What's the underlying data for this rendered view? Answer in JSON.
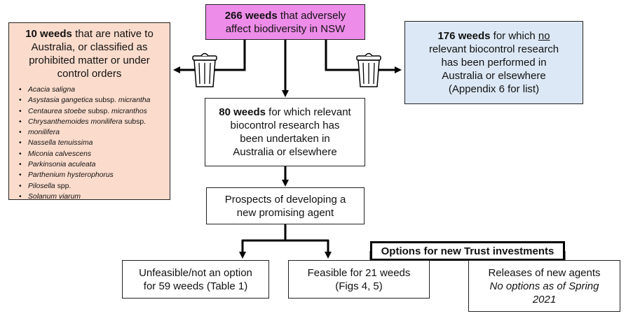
{
  "top_box": {
    "bold": "266 weeds",
    "line1_rest": " that adversely",
    "line2": "affect biodiversity in NSW"
  },
  "native_box": {
    "bold": "10 weeds",
    "line1_rest": " that are native to",
    "line2": "Australia, or classified as",
    "line3": "prohibited matter or under",
    "line4": "control orders",
    "species": [
      {
        "italic": "Acacia saligna",
        "plain": "",
        "italic2": ""
      },
      {
        "italic": "Asystasia gangetica",
        "plain": " subsp. ",
        "italic2": "micrantha"
      },
      {
        "italic": "Centaurea stoebe",
        "plain": " subsp. ",
        "italic2": "micranthos"
      },
      {
        "italic": "Chrysanthemoides monilifera",
        "plain": " subsp.",
        "italic2": ""
      },
      {
        "italic": "monilifera",
        "plain": "",
        "italic2": ""
      },
      {
        "italic": "Nassella tenuissima",
        "plain": "",
        "italic2": ""
      },
      {
        "italic": "Miconia calvescens",
        "plain": "",
        "italic2": ""
      },
      {
        "italic": "Parkinsonia aculeata",
        "plain": "",
        "italic2": ""
      },
      {
        "italic": "Parthenium hysterophorus",
        "plain": "",
        "italic2": ""
      },
      {
        "italic": "Pilosella",
        "plain": " spp.",
        "italic2": ""
      },
      {
        "italic": "Solanum viarum",
        "plain": "",
        "italic2": ""
      }
    ]
  },
  "no_biocontrol_box": {
    "bold": "176 weeds",
    "line1_mid": " for which ",
    "line1_underlined": "no",
    "line2": "relevant biocontrol research",
    "line3": "has been performed in",
    "line4": "Australia or elsewhere",
    "line5": "(Appendix 6 for list)"
  },
  "research_box": {
    "bold": "80 weeds",
    "line1_rest": " for which relevant",
    "line2": "biocontrol research has",
    "line3": "been undertaken in",
    "line4": "Australia or elsewhere"
  },
  "prospects_box": {
    "line1": "Prospects of developing a",
    "line2": "new promising agent"
  },
  "unfeasible_box": {
    "line1": "Unfeasible/not an option",
    "line2": "for 59 weeds (Table 1)"
  },
  "feasible_box": {
    "line1": "Feasible for 21 weeds",
    "line2": "(Figs 4, 5)"
  },
  "options_label": "Options for new Trust investments",
  "releases_box": {
    "line1": "Releases of new agents",
    "line2": "No options as of Spring",
    "line3": "2021"
  },
  "icons": [
    "trash-bin-icon",
    "trash-bin-icon"
  ],
  "colors": {
    "top": "#ee8ce9",
    "native": "#fbdccc",
    "no_biocontrol": "#dce8f5"
  }
}
